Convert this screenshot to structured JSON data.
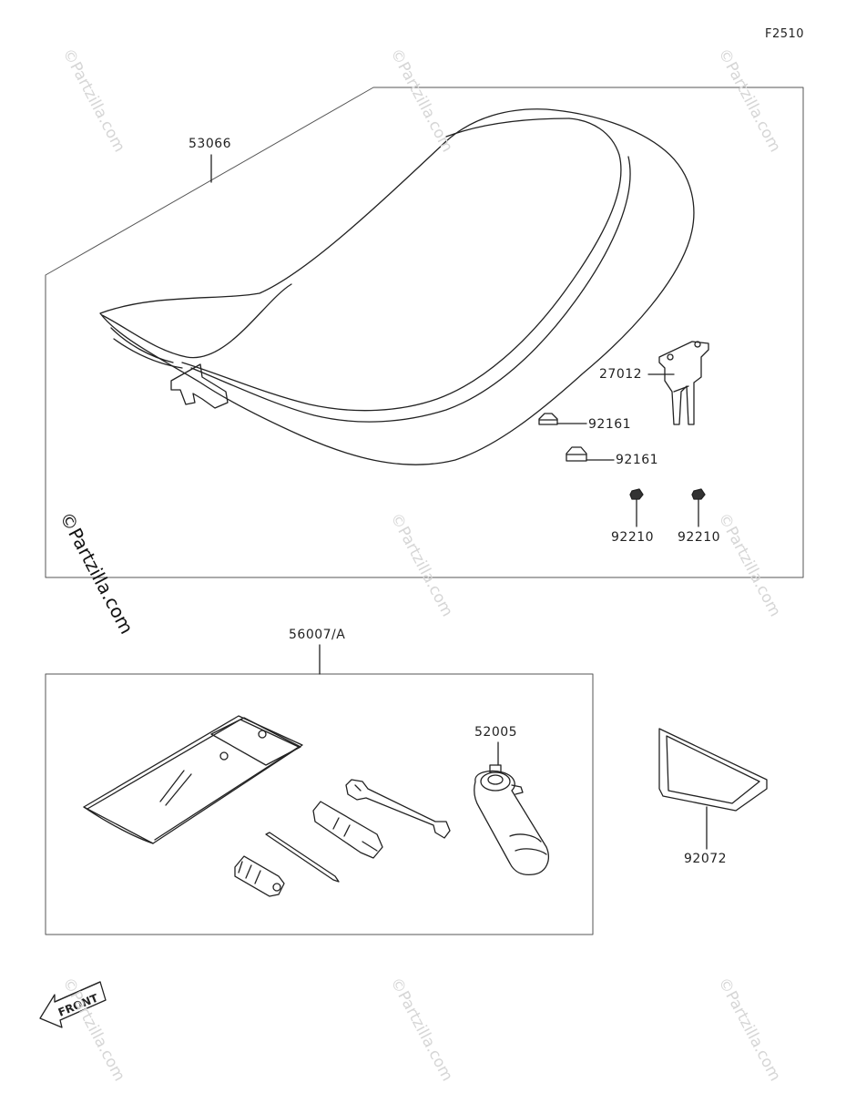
{
  "figure_id": "F2510",
  "watermark": "©Partzilla.com",
  "front_label": "FRONT",
  "parts": {
    "seat": "53066",
    "seat_hook": "27012",
    "clip_upper": "92161",
    "clip_lower": "92161",
    "nut_left": "92210",
    "nut_right": "92210",
    "tool_kit": "56007/A",
    "pump": "52005",
    "gasket": "92072"
  }
}
